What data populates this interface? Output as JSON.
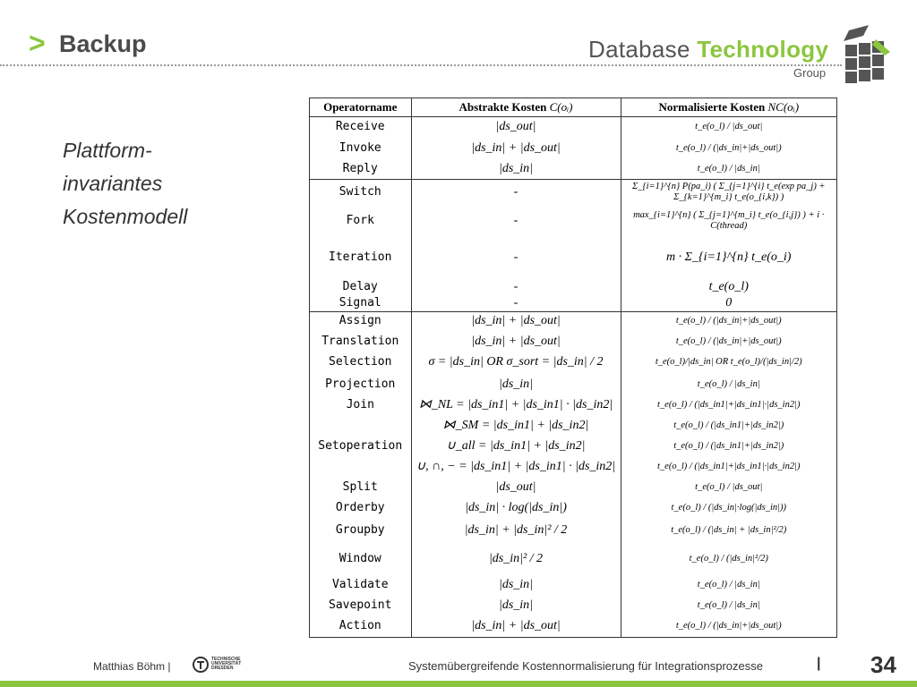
{
  "header": {
    "arrow": ">",
    "title": "Backup",
    "brand_part1": "Database ",
    "brand_part2": "Technology",
    "brand_group": "Group"
  },
  "subtitle": {
    "line1": "Plattform-",
    "line2": "invariantes",
    "line3": "Kostenmodell"
  },
  "table": {
    "headers": {
      "operator": "Operatorname",
      "abstract": "Abstrakte Kosten ",
      "abstract_var": "C(oᵢ)",
      "normalized": "Normalisierte Kosten ",
      "normalized_var": "NC(oᵢ)"
    },
    "rows": [
      {
        "op": "Receive",
        "abstract": "|ds_out|",
        "normalized": "t_e(o_l) / |ds_out|",
        "big": false,
        "gs": false,
        "h": 23
      },
      {
        "op": "Invoke",
        "abstract": "|ds_in| + |ds_out|",
        "normalized": "t_e(o_l) / (|ds_in|+|ds_out|)",
        "big": false,
        "gs": false,
        "h": 23
      },
      {
        "op": "Reply",
        "abstract": "|ds_in|",
        "normalized": "t_e(o_l) / |ds_in|",
        "big": false,
        "gs": false,
        "h": 23
      },
      {
        "op": "Switch",
        "abstract": "-",
        "normalized": "Σ_{i=1}^{n} P(pa_i) ( Σ_{j=1}^{i} t_e(exp pa_j) + Σ_{k=1}^{m_i} t_e(o_{i,k}) )",
        "big": false,
        "gs": true,
        "h": 27
      },
      {
        "op": "Fork",
        "abstract": "-",
        "normalized": "max_{i=1}^{n} ( Σ_{j=1}^{m_i} t_e(o_{i,j}) ) + i · C(thread)",
        "big": false,
        "gs": false,
        "h": 37
      },
      {
        "op": "Iteration",
        "abstract": "-",
        "normalized": "m · Σ_{i=1}^{n} t_e(o_i)",
        "big": true,
        "gs": false,
        "h": 44
      },
      {
        "op": "Delay",
        "abstract": "-",
        "normalized": "t_e(o_l)",
        "big": true,
        "gs": false,
        "h": 20
      },
      {
        "op": "Signal",
        "abstract": "-",
        "normalized": "0",
        "big": true,
        "gs": false,
        "h": 17
      },
      {
        "op": "Assign",
        "abstract": "|ds_in| + |ds_out|",
        "normalized": "t_e(o_l) / (|ds_in|+|ds_out|)",
        "big": false,
        "gs": true,
        "h": 22
      },
      {
        "op": "Translation",
        "abstract": "|ds_in| + |ds_out|",
        "normalized": "t_e(o_l) / (|ds_in|+|ds_out|)",
        "big": false,
        "gs": false,
        "h": 22
      },
      {
        "op": "Selection",
        "abstract": "σ = |ds_in| OR σ_sort = |ds_in| / 2",
        "normalized": "t_e(o_l)/|ds_in| OR t_e(o_l)/(|ds_in|/2)",
        "big": false,
        "gs": false,
        "h": 25
      },
      {
        "op": "Projection",
        "abstract": "|ds_in|",
        "normalized": "t_e(o_l) / |ds_in|",
        "big": false,
        "gs": false,
        "h": 23
      },
      {
        "op": "Join",
        "abstract": "⋈_NL = |ds_in1| + |ds_in1| · |ds_in2|",
        "normalized": "t_e(o_l) / (|ds_in1|+|ds_in1|·|ds_in2|)",
        "big": false,
        "gs": false,
        "h": 23
      },
      {
        "op": "",
        "abstract": "⋈_SM = |ds_in1| + |ds_in2|",
        "normalized": "t_e(o_l) / (|ds_in1|+|ds_in2|)",
        "big": false,
        "gs": false,
        "h": 22
      },
      {
        "op": "Setoperation",
        "abstract": "∪_all = |ds_in1| + |ds_in2|",
        "normalized": "t_e(o_l) / (|ds_in1|+|ds_in2|)",
        "big": false,
        "gs": false,
        "h": 23
      },
      {
        "op": "",
        "abstract": "∪, ∩, − = |ds_in1| + |ds_in1| · |ds_in2|",
        "normalized": "t_e(o_l) / (|ds_in1|+|ds_in1|·|ds_in2|)",
        "big": false,
        "gs": false,
        "h": 22
      },
      {
        "op": "Split",
        "abstract": "|ds_out|",
        "normalized": "t_e(o_l) / |ds_out|",
        "big": false,
        "gs": false,
        "h": 23
      },
      {
        "op": "Orderby",
        "abstract": "|ds_in| · log(|ds_in|)",
        "normalized": "t_e(o_l) / (|ds_in|·log(|ds_in|))",
        "big": false,
        "gs": false,
        "h": 23
      },
      {
        "op": "Groupby",
        "abstract": "|ds_in| + |ds_in|² / 2",
        "normalized": "t_e(o_l) / (|ds_in| + |ds_in|²/2)",
        "big": false,
        "gs": false,
        "h": 27
      },
      {
        "op": "Window",
        "abstract": "|ds_in|² / 2",
        "normalized": "t_e(o_l) / (|ds_in|²/2)",
        "big": false,
        "gs": false,
        "h": 35
      },
      {
        "op": "Validate",
        "abstract": "|ds_in|",
        "normalized": "t_e(o_l) / |ds_in|",
        "big": false,
        "gs": false,
        "h": 23
      },
      {
        "op": "Savepoint",
        "abstract": "|ds_in|",
        "normalized": "t_e(o_l) / |ds_in|",
        "big": false,
        "gs": false,
        "h": 22
      },
      {
        "op": "Action",
        "abstract": "|ds_in| + |ds_out|",
        "normalized": "t_e(o_l) / (|ds_in|+|ds_out|)",
        "big": false,
        "gs": false,
        "h": 23
      }
    ]
  },
  "footer": {
    "author": "Matthias Böhm |",
    "tu_name": "TECHNISCHE UNIVERSITÄT DRESDEN",
    "topic": "Systemübergreifende Kostennormalisierung für Integrationsprozesse",
    "separator": "|",
    "page": "34"
  },
  "colors": {
    "accent": "#8cc63f",
    "text": "#333333",
    "logo_dark": "#555555"
  }
}
